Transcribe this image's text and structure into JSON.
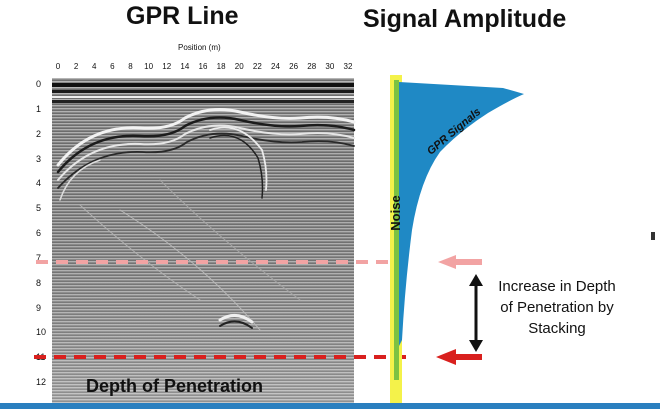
{
  "titles": {
    "gpr_line": "GPR Line",
    "signal_amplitude": "Signal Amplitude"
  },
  "radargram": {
    "position_axis_label": "Position (m)",
    "x_ticks": [
      "0",
      "2",
      "4",
      "6",
      "8",
      "10",
      "12",
      "14",
      "16",
      "18",
      "20",
      "22",
      "24",
      "26",
      "28",
      "30",
      "32"
    ],
    "y_ticks": [
      "0",
      "1",
      "2",
      "3",
      "4",
      "5",
      "6",
      "7",
      "8",
      "9",
      "10",
      "11",
      "12"
    ]
  },
  "labels": {
    "depth_of_penetration": "Depth of Penetration",
    "increase_line1": "Increase in Depth",
    "increase_line2": "of Penetration by",
    "increase_line3": "Stacking",
    "noise": "Noise",
    "gpr_signals": "GPR Signals"
  },
  "colors": {
    "signal_fill": "#1f89c5",
    "noise_outer": "#f4f24a",
    "noise_inner": "#7cc242",
    "dashed_red": "#d9201e",
    "dashed_pink": "#f2a3a3",
    "arrow_black": "#111111",
    "bottom_bar": "#2a7fbf"
  },
  "icons": {
    "red_arrow": "arrow-left-icon",
    "pink_arrow": "arrow-left-icon",
    "double_arrow": "double-arrow-vertical-icon"
  }
}
